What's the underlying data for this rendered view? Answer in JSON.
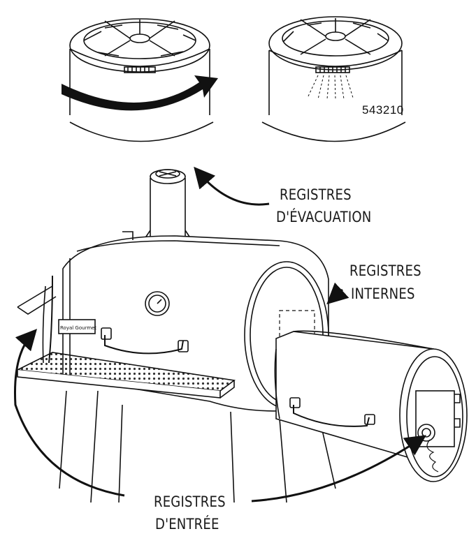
{
  "labels": {
    "exhaust_line1": "REGISTRES",
    "exhaust_line2": "D'ÉVACUATION",
    "internal_line1": "REGISTRES",
    "internal_line2": "INTERNES",
    "intake_line1": "REGISTRES",
    "intake_line2": "D'ENTRÉE"
  },
  "damper_scale": "543210",
  "brand_plate": "Royal Gourmet",
  "colors": {
    "ink": "#1a1a1a",
    "paper": "#ffffff",
    "grate": "#555555"
  }
}
